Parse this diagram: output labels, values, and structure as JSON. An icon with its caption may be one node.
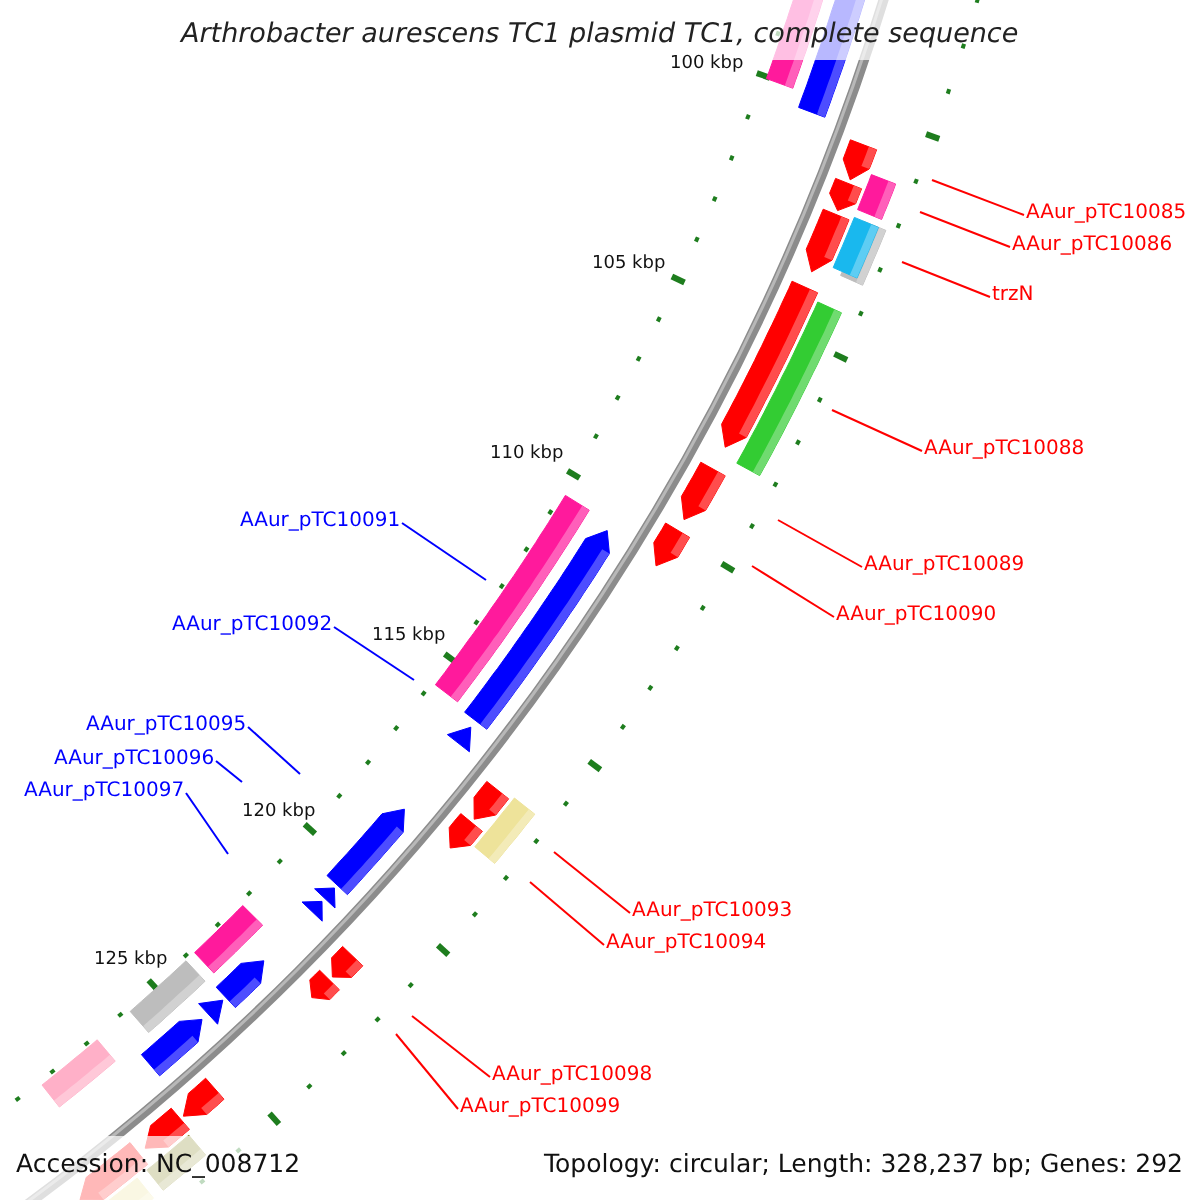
{
  "diagram": {
    "title": "Arthrobacter aurescens TC1 plasmid TC1, complete sequence",
    "nodes": [
      {
        "text": [
          "AAur_pTC10085"
        ]
      },
      {
        "text": [
          "AAur_pTC10086"
        ]
      },
      {
        "text": [
          "trzN"
        ]
      },
      {
        "text": [
          "AAur_pTC10088"
        ]
      },
      {
        "text": [
          "AAur_pTC10091"
        ]
      },
      {
        "text": [
          "AAur_pTC10089"
        ]
      },
      {
        "text": [
          "AAur_pTC10090"
        ]
      },
      {
        "text": [
          "AAur_pTC10092"
        ]
      },
      {
        "text": [
          "AAur_pTC10095"
        ]
      },
      {
        "text": [
          "AAur_pTC10096"
        ]
      },
      {
        "text": [
          "AAur_pTC10097"
        ]
      },
      {
        "text": [
          "AAur_pTC10093"
        ]
      },
      {
        "text": [
          "AAur_pTC10094"
        ]
      },
      {
        "text": [
          "AAur_pTC10098"
        ]
      },
      {
        "text": [
          "AAur_pTC10099"
        ]
      }
    ],
    "edges": [
      {
        "from": 0,
        "to": null,
        "arrow": "none"
      },
      {
        "from": 1,
        "to": null,
        "arrow": "none"
      },
      {
        "from": 2,
        "to": null,
        "arrow": "none"
      },
      {
        "from": 3,
        "to": null,
        "arrow": "none"
      },
      {
        "from": 4,
        "to": null,
        "arrow": "none",
        "color": "#0000ff"
      },
      {
        "from": 5,
        "to": null,
        "arrow": "none"
      },
      {
        "from": 6,
        "to": null,
        "arrow": "none"
      },
      {
        "from": 7,
        "to": null,
        "arrow": "none",
        "color": "#0000ff"
      },
      {
        "from": 8,
        "to": null,
        "arrow": "none",
        "color": "#0000ff"
      },
      {
        "from": 9,
        "to": null,
        "arrow": "none",
        "color": "#0000ff"
      },
      {
        "from": 10,
        "to": null,
        "arrow": "none",
        "color": "#0000ff"
      },
      {
        "from": 11,
        "to": null,
        "arrow": "none"
      },
      {
        "from": 12,
        "to": null,
        "arrow": "none"
      },
      {
        "from": 13,
        "to": null,
        "arrow": "none"
      },
      {
        "from": 14,
        "to": null,
        "arrow": "none"
      }
    ],
    "labels": [
      "100 kbp",
      "105 kbp",
      "110 kbp",
      "115 kbp",
      "120 kbp",
      "125 kbp",
      "Accession: NC_008712",
      "Topology: circular; Length: 328,237 bp; Genes: 292"
    ]
  }
}
